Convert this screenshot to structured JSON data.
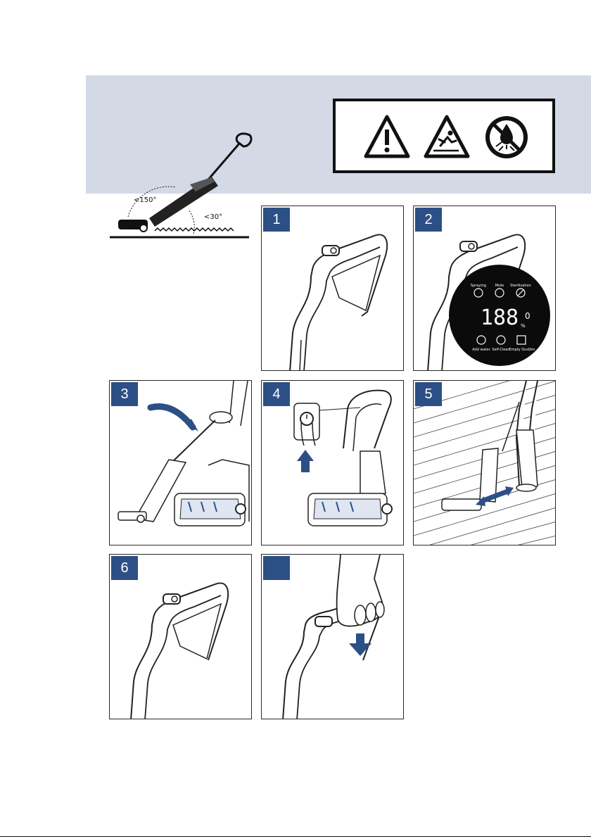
{
  "angles": {
    "handle": "<150°",
    "floor": "<30°"
  },
  "steps": [
    {
      "number": "1"
    },
    {
      "number": "2"
    },
    {
      "number": "3"
    },
    {
      "number": "4"
    },
    {
      "number": "5"
    },
    {
      "number": "6"
    },
    {
      "number": ""
    }
  ],
  "display": {
    "top_labels": [
      "Spraying",
      "Mute",
      "Sterilization"
    ],
    "bottom_labels": [
      "Add water",
      "Self-Clean",
      "Empty Dustbin"
    ],
    "digits": "188",
    "unit": "%",
    "superscript": "0"
  },
  "colors": {
    "badge": "#2c4f86",
    "band": "#d3dae6",
    "arrow": "#2c4f86"
  },
  "icons": [
    "warning-exclamation-icon",
    "slippery-floor-icon",
    "no-water-spray-icon"
  ]
}
